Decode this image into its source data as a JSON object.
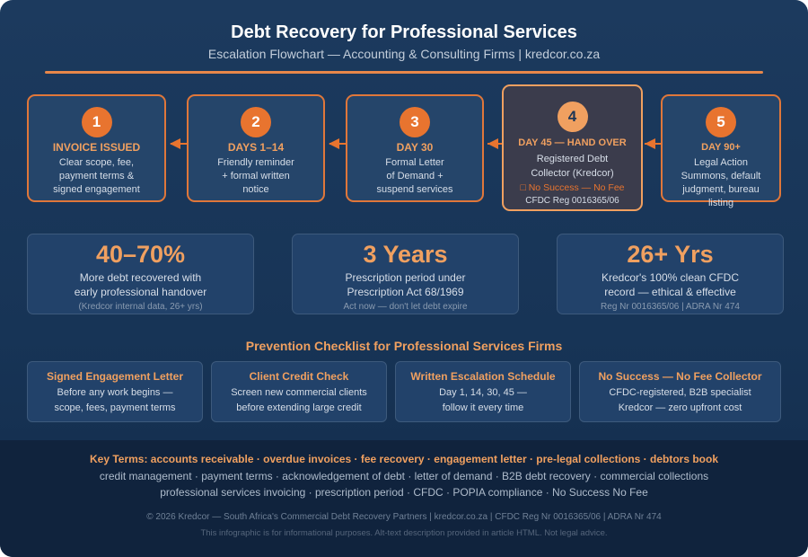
{
  "header": {
    "title": "Debt Recovery for Professional Services",
    "subtitle": "Escalation Flowchart — Accounting & Consulting Firms | kredcor.co.za"
  },
  "steps": [
    {
      "num": "1",
      "title": "INVOICE ISSUED",
      "lines": [
        "Clear scope, fee,",
        "payment terms &",
        "signed engagement"
      ]
    },
    {
      "num": "2",
      "title": "DAYS 1–14",
      "lines": [
        "Friendly reminder",
        "+ formal written",
        "notice"
      ]
    },
    {
      "num": "3",
      "title": "DAY 30",
      "lines": [
        "Formal Letter",
        "of Demand +",
        "suspend services"
      ]
    },
    {
      "num": "4",
      "title": "DAY 45 — HAND OVER",
      "lines": [
        "Registered Debt",
        "Collector (Kredcor)"
      ],
      "badge": "□ No Success — No Fee",
      "reg": "CFDC Reg 0016365/06",
      "highlighted": true
    },
    {
      "num": "5",
      "title": "DAY 90+",
      "lines": [
        "Legal Action",
        "Summons, default",
        "judgment, bureau",
        "listing"
      ]
    }
  ],
  "stats": [
    {
      "value": "40–70%",
      "lines": [
        "More debt recovered with",
        "early professional handover"
      ],
      "note": "(Kredcor internal data, 26+ yrs)"
    },
    {
      "value": "3 Years",
      "lines": [
        "Prescription period under",
        "Prescription Act 68/1969"
      ],
      "note": "Act now — don't let debt expire"
    },
    {
      "value": "26+ Yrs",
      "lines": [
        "Kredcor's 100% clean CFDC",
        "record — ethical & effective"
      ],
      "note": "Reg Nr 0016365/06 | ADRA Nr 474"
    }
  ],
  "checklist": {
    "title": "Prevention Checklist for Professional Services Firms",
    "items": [
      {
        "title": "Signed Engagement Letter",
        "lines": [
          "Before any work begins —",
          "scope, fees, payment terms"
        ]
      },
      {
        "title": "Client Credit Check",
        "lines": [
          "Screen new commercial clients",
          "before extending large credit"
        ]
      },
      {
        "title": "Written Escalation Schedule",
        "lines": [
          "Day 1, 14, 30, 45 —",
          "follow it every time"
        ]
      },
      {
        "title": "No Success — No Fee Collector",
        "lines": [
          "CFDC-registered, B2B specialist",
          "Kredcor — zero upfront cost"
        ]
      }
    ]
  },
  "footer": {
    "key_terms": "Key Terms: accounts receivable · overdue invoices · fee recovery · engagement letter · pre-legal collections · debtors book",
    "terms_line2": "credit management · payment terms · acknowledgement of debt · letter of demand · B2B debt recovery · commercial collections",
    "terms_line3": "professional services invoicing · prescription period · CFDC · POPIA compliance · No Success No Fee",
    "copyright": "© 2026 Kredcor — South Africa's Commercial Debt Recovery Partners | kredcor.co.za | CFDC Reg Nr 0016365/06 | ADRA Nr 474",
    "disclaimer": "This infographic is for informational purposes. Alt-text description provided in article HTML. Not legal advice."
  },
  "colors": {
    "accent": "#e8742f",
    "accent_light": "#f0a060",
    "background": "#173456",
    "footer": "#10233d"
  }
}
